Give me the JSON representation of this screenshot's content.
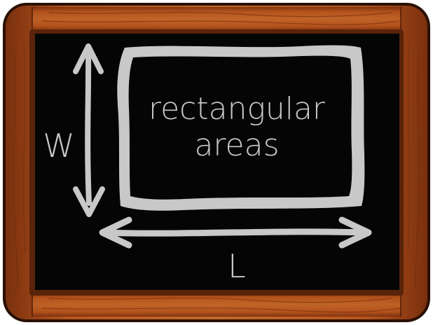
{
  "board": {
    "frame_color": "#a0461a",
    "frame_shadow": "#6b2a0c",
    "surface_color": "#050505",
    "chalk_color": "#c6c6c6"
  },
  "labels": {
    "title_line1": "rectangular",
    "title_line2": "areas",
    "width_label": "W",
    "length_label": "L"
  },
  "icons": {
    "width_arrow": "double-headed vertical arrow",
    "length_arrow": "double-headed horizontal arrow"
  }
}
